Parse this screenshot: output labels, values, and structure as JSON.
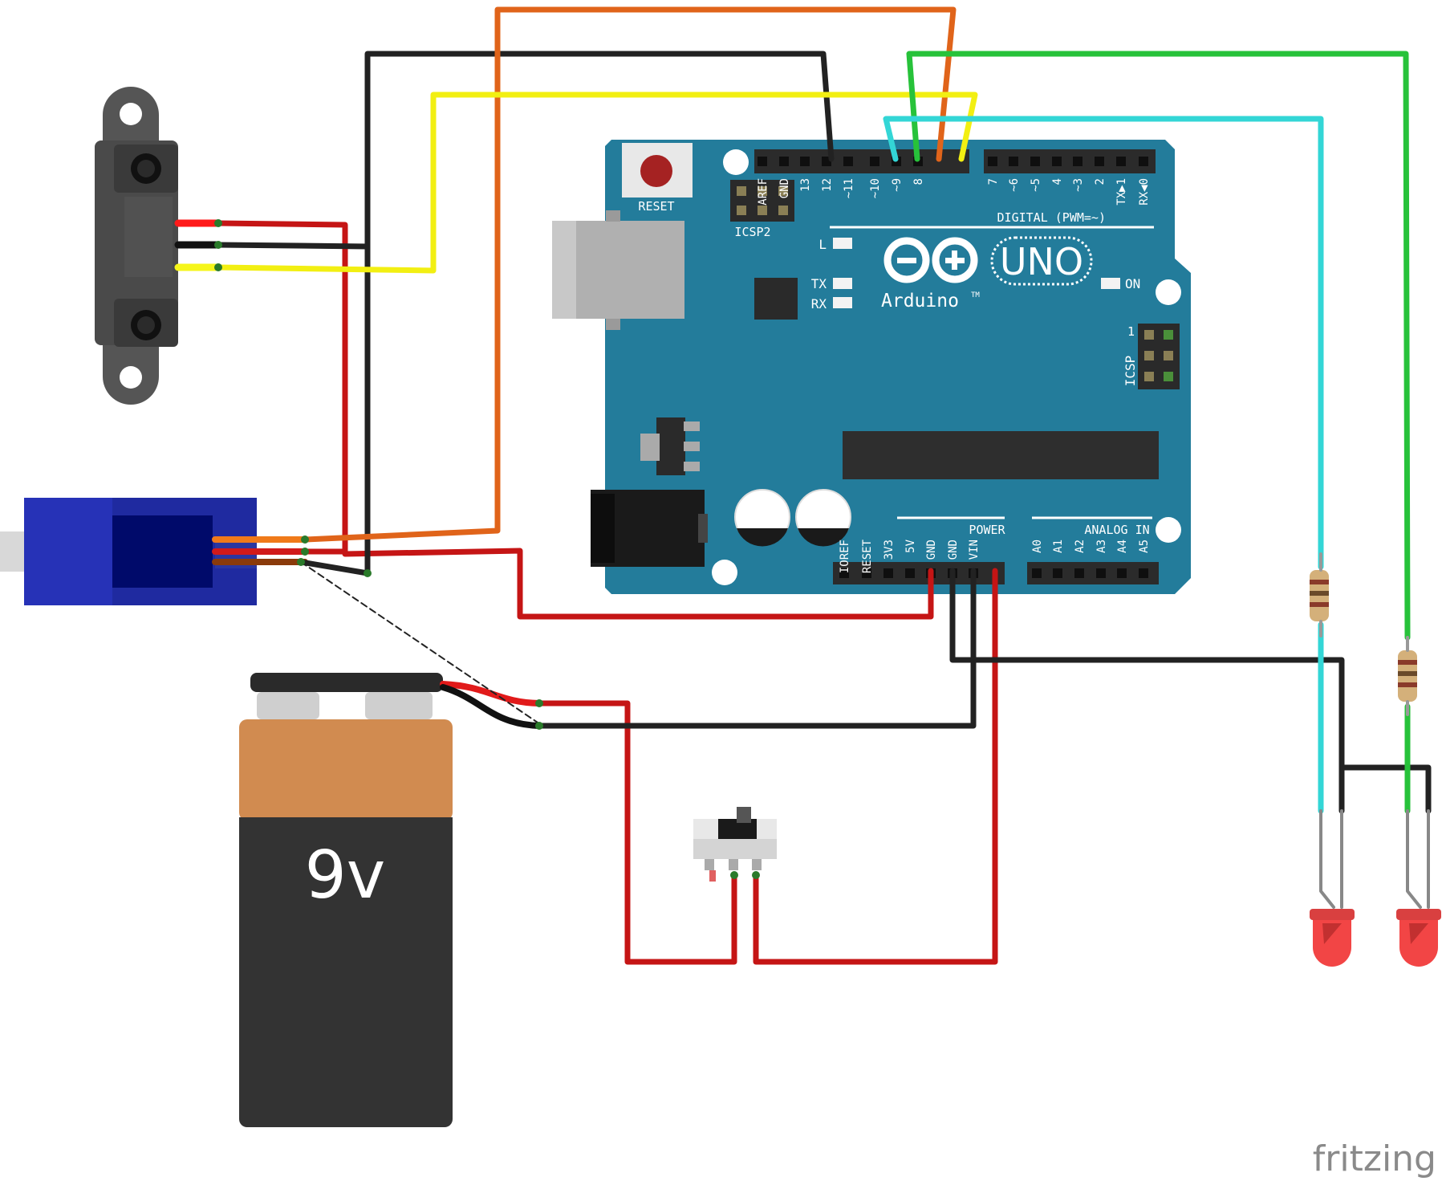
{
  "board": {
    "reset_label": "RESET",
    "icsp2_label": "ICSP2",
    "icsp_label": "ICSP",
    "icsp_pin1": "1",
    "digital_label": "DIGITAL (PWM=~)",
    "digital_pins": [
      "AREF",
      "GND",
      "13",
      "12",
      "~11",
      "~10",
      "~9",
      "8",
      "7",
      "~6",
      "~5",
      "4",
      "~3",
      "2",
      "TX▶1",
      "RX◀0"
    ],
    "power_label": "POWER",
    "power_pins": [
      "IOREF",
      "RESET",
      "3V3",
      "5V",
      "GND",
      "GND",
      "VIN"
    ],
    "analog_label": "ANALOG IN",
    "analog_pins": [
      "A0",
      "A1",
      "A2",
      "A3",
      "A4",
      "A5"
    ],
    "led_l": "L",
    "led_tx": "TX",
    "led_rx": "RX",
    "led_on": "ON",
    "model": "UNO",
    "brand": "Arduino",
    "tm": "TM"
  },
  "battery": {
    "label": "9v"
  },
  "watermark": "fritzing",
  "colors": {
    "board": "#237c9b",
    "wire_red": "#c51515",
    "wire_black": "#222222",
    "wire_orange": "#e0641a",
    "wire_yellow": "#f2ef12",
    "wire_green": "#27c23a",
    "wire_cyan": "#33d6d6",
    "led": "#f24545",
    "servo": "#1f2aa0"
  }
}
